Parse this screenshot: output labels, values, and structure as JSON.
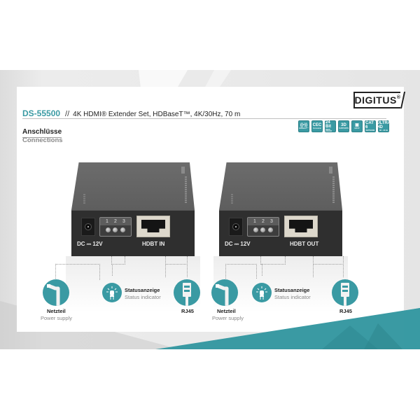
{
  "brand": {
    "logo_text": "DIGITUS",
    "logo_mark": "®"
  },
  "header": {
    "model": "DS-55500",
    "separator": "//",
    "description": "4K HDMI® Extender Set, HDBaseT™, 4K/30Hz, 70 m"
  },
  "section": {
    "title_de": "Anschlüsse",
    "title_en": "Connections"
  },
  "feature_badges": [
    {
      "icon": "hdbaset-signal-icon",
      "line1": "((•))",
      "line2": "HDBaseT™"
    },
    {
      "icon": "cec-icon",
      "line1": "CEC",
      "line2": "Consumer Electronics Control"
    },
    {
      "icon": "24bit-color-icon",
      "line1": "24 Bit",
      "line2": "DEEP COLOR"
    },
    {
      "icon": "3d-icon",
      "line1": "3D",
      "line2": "SUPPORTS"
    },
    {
      "icon": "hdcp-icon",
      "line1": "▣",
      "line2": "HDCP"
    },
    {
      "icon": "cat6-icon",
      "line1": "CAT 6",
      "line2": "NETWORK"
    },
    {
      "icon": "ultra-hd-icon",
      "line1": "ULTRA HD",
      "line2": "4K · 30 Hz"
    }
  ],
  "devices": [
    {
      "name": "transmitter",
      "dc_label": "DC ⎓ 12V",
      "led_numbers": [
        "1",
        "2",
        "3"
      ],
      "port_label": "HDBT IN"
    },
    {
      "name": "receiver",
      "dc_label": "DC ⎓ 12V",
      "led_numbers": [
        "1",
        "2",
        "3"
      ],
      "port_label": "HDBT OUT"
    }
  ],
  "legend": [
    {
      "power": {
        "title": "Netzteil",
        "subtitle": "Power supply"
      },
      "status": {
        "title": "Statusanzeige",
        "subtitle": "Status indicator"
      },
      "rj45": {
        "title": "RJ45"
      }
    },
    {
      "power": {
        "title": "Netzteil",
        "subtitle": "Power supply"
      },
      "status": {
        "title": "Statusanzeige",
        "subtitle": "Status indicator"
      },
      "rj45": {
        "title": "RJ45"
      }
    }
  ],
  "colors": {
    "accent_teal": "#3a9aa3",
    "frame_grey": "#e8e8e8",
    "device_body": "#2f2f2f"
  }
}
